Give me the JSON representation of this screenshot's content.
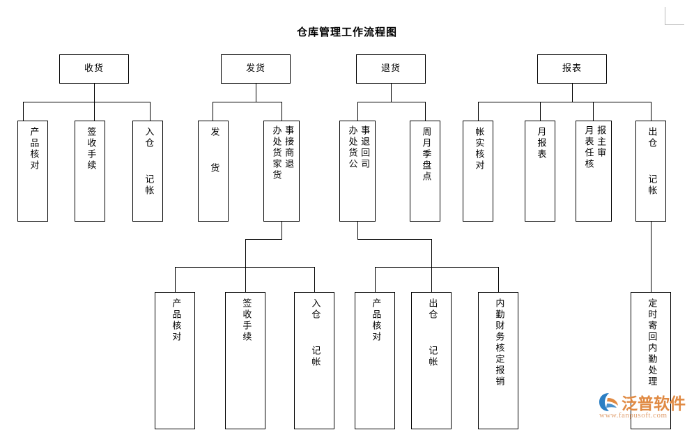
{
  "title": "仓库管理工作流程图",
  "logo": {
    "name": "泛普软件",
    "url": "www.fanpusoft.com",
    "mark_blue": "#2b7fc4",
    "mark_orange": "#e08a43",
    "text_color": "#e08a43",
    "url_color": "#e0a070"
  },
  "colors": {
    "line": "#000000",
    "box_border": "#000000",
    "background": "#ffffff",
    "cropmark": "#b9b9b9"
  },
  "nodes": {
    "top": [
      {
        "id": "shouhuo",
        "label": "收货"
      },
      {
        "id": "fahuo",
        "label": "发货"
      },
      {
        "id": "tuihuo",
        "label": "退货"
      },
      {
        "id": "baobiao",
        "label": "报表"
      }
    ],
    "row2": [
      {
        "id": "r2-1",
        "cols": [
          "产品核对"
        ]
      },
      {
        "id": "r2-2",
        "cols": [
          "签收手续"
        ]
      },
      {
        "id": "r2-3",
        "cols": [
          "入仓  记帐"
        ]
      },
      {
        "id": "r2-4",
        "cols": [
          "发  货"
        ]
      },
      {
        "id": "r2-5",
        "cols": [
          "事接商退",
          "办处货家货"
        ]
      },
      {
        "id": "r2-6",
        "cols": [
          "事退回司",
          "办处货公"
        ]
      },
      {
        "id": "r2-7",
        "cols": [
          "周月季盘点"
        ]
      },
      {
        "id": "r2-8",
        "cols": [
          "帐实核对"
        ]
      },
      {
        "id": "r2-9",
        "cols": [
          "月报表"
        ]
      },
      {
        "id": "r2-10",
        "cols": [
          "报主审",
          "月表任核"
        ]
      },
      {
        "id": "r2-11",
        "cols": [
          "出仓  记帐"
        ]
      }
    ],
    "row3": [
      {
        "id": "r3-1",
        "cols": [
          "产品核对"
        ]
      },
      {
        "id": "r3-2",
        "cols": [
          "签收手续"
        ]
      },
      {
        "id": "r3-3",
        "cols": [
          "入仓  记帐"
        ]
      },
      {
        "id": "r3-4",
        "cols": [
          "产品核对"
        ]
      },
      {
        "id": "r3-5",
        "cols": [
          "出仓  记帐"
        ]
      },
      {
        "id": "r3-6",
        "cols": [
          "内勤财务核定报销"
        ]
      },
      {
        "id": "r3-7",
        "cols": [
          "定时寄回内勤处理"
        ]
      }
    ]
  }
}
